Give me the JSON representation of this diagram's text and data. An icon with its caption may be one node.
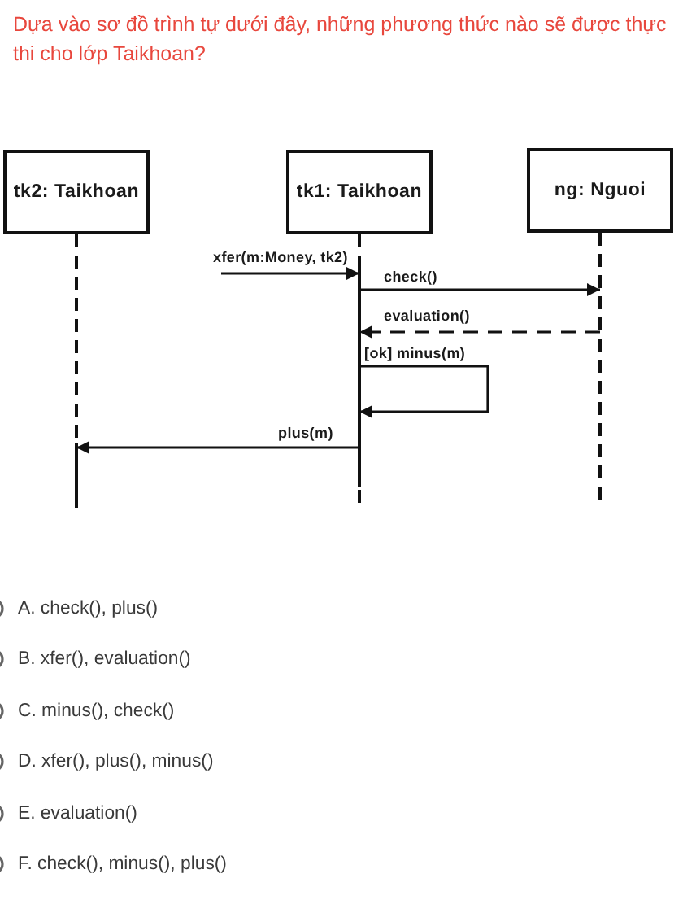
{
  "diagram": {
    "title": "Dựa vào sơ đồ trình tự dưới đây, những phương thức nào sẽ được thực thi cho lớp Taikhoan?",
    "nodes": [
      {
        "text": [
          "tk1: Taikhoan"
        ]
      },
      {
        "text": [
          "tk2: Taikhoan"
        ]
      },
      {
        "text": [
          "ng: Nguoi"
        ]
      }
    ],
    "edges": [
      {
        "from": null,
        "to": 0,
        "arrow": "to",
        "label": "xfer(m:Money, tk2)"
      },
      {
        "from": 0,
        "to": 2,
        "arrow": "to",
        "label": "check()"
      },
      {
        "from": 2,
        "to": 0,
        "arrow": "to",
        "label": "evaluation()",
        "style": "dashed"
      },
      {
        "from": 0,
        "to": 0,
        "arrow": "to",
        "label": "[ok] minus(m)"
      },
      {
        "from": 0,
        "to": 1,
        "arrow": "to",
        "label": "plus(m)"
      }
    ],
    "labels": [
      "A. check(), plus()",
      "B. xfer(), evaluation()",
      "C. minus(), check()",
      "D. xfer(), plus(), minus()",
      "E. evaluation()",
      "F. check(), minus(), plus()"
    ]
  }
}
